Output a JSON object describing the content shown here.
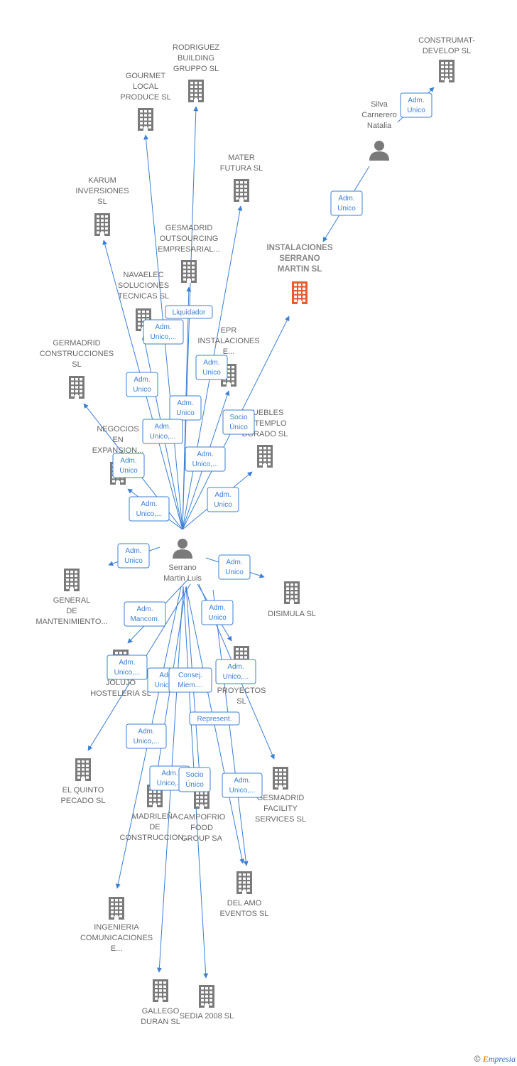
{
  "colors": {
    "edge": "#3b7fd4",
    "building": "#7a7a7a",
    "highlight": "#f05a28",
    "person": "#7a7a7a",
    "label": "#666666"
  },
  "footer": {
    "copyright": "©",
    "brand_initial": "E",
    "brand_rest": "mpresia"
  },
  "nodes": [
    {
      "id": "construmat",
      "kind": "company",
      "lines": [
        "CONSTRUMAT-",
        "DEVELOP SL"
      ]
    },
    {
      "id": "silva",
      "kind": "person",
      "lines": [
        "Silva",
        "Carnerero",
        "Natalia"
      ]
    },
    {
      "id": "instalaciones",
      "kind": "company",
      "highlight": true,
      "lines": [
        "INSTALACIONES",
        "SERRANO",
        "MARTIN SL"
      ]
    },
    {
      "id": "rodriguez",
      "kind": "company",
      "lines": [
        "RODRIGUEZ",
        "BUILDING",
        "GRUPPO SL"
      ]
    },
    {
      "id": "gourmet",
      "kind": "company",
      "lines": [
        "GOURMET",
        "LOCAL",
        "PRODUCE SL"
      ]
    },
    {
      "id": "mater",
      "kind": "company",
      "lines": [
        "MATER",
        "FUTURA SL"
      ]
    },
    {
      "id": "karum",
      "kind": "company",
      "lines": [
        "KARUM",
        "INVERSIONES",
        "SL"
      ]
    },
    {
      "id": "gesmadrid_out",
      "kind": "company",
      "lines": [
        "GESMADRID",
        "OUTSOURCING",
        "EMPRESARIAL..."
      ]
    },
    {
      "id": "navaelec",
      "kind": "company",
      "lines": [
        "NAVAELEC",
        "SOLUCIONES",
        "TECNICAS SL"
      ]
    },
    {
      "id": "epr",
      "kind": "company",
      "lines": [
        "EPR",
        "INSTALACIONES",
        "E..."
      ]
    },
    {
      "id": "germadrid",
      "kind": "company",
      "lines": [
        "GERMADRID",
        "CONSTRUCCIONES",
        "SL"
      ]
    },
    {
      "id": "muebles",
      "kind": "company",
      "lines": [
        "MUEBLES",
        "EL TEMPLO",
        "DORADO SL"
      ]
    },
    {
      "id": "negocios",
      "kind": "company",
      "lines": [
        "NEGOCIOS",
        "EN",
        "EXPANSION..."
      ]
    },
    {
      "id": "serrano",
      "kind": "person",
      "lines": [
        "Serrano",
        "Martin Luis"
      ]
    },
    {
      "id": "general",
      "kind": "company",
      "lines": [
        "GENERAL",
        "DE",
        "MANTENIMIENTO..."
      ]
    },
    {
      "id": "disimula",
      "kind": "company",
      "lines": [
        "DISIMULA SL"
      ]
    },
    {
      "id": "jolujo",
      "kind": "company",
      "lines": [
        "JOLUJO",
        "HOSTELERIA SL"
      ]
    },
    {
      "id": "proyectos",
      "kind": "company",
      "lines": [
        "...L",
        "PROYECTOS",
        "SL"
      ]
    },
    {
      "id": "quinto",
      "kind": "company",
      "lines": [
        "EL QUINTO",
        "PECADO SL"
      ]
    },
    {
      "id": "madrilena",
      "kind": "company",
      "lines": [
        "MADRILEÑA",
        "DE",
        "CONSTRUCCION..."
      ]
    },
    {
      "id": "campofrio",
      "kind": "company",
      "lines": [
        "CAMPOFRIO",
        "FOOD",
        "GROUP SA"
      ]
    },
    {
      "id": "gesmadrid_fac",
      "kind": "company",
      "lines": [
        "GESMADRID",
        "FACILITY",
        "SERVICES SL"
      ]
    },
    {
      "id": "delamo",
      "kind": "company",
      "lines": [
        "DEL AMO",
        "EVENTOS SL"
      ]
    },
    {
      "id": "ingenieria",
      "kind": "company",
      "lines": [
        "INGENIERIA",
        "COMUNICACIONES",
        "E..."
      ]
    },
    {
      "id": "gallego",
      "kind": "company",
      "lines": [
        "GALLEGO",
        "DURAN SL"
      ]
    },
    {
      "id": "sedia",
      "kind": "company",
      "lines": [
        "SEDIA 2008 SL"
      ]
    }
  ],
  "badges": [
    {
      "id": "b_construmat",
      "lines": [
        "Adm.",
        "Unico"
      ]
    },
    {
      "id": "b_instalaciones",
      "lines": [
        "Adm.",
        "Unico"
      ]
    },
    {
      "id": "b_liquidador",
      "lines": [
        "Liquidador"
      ]
    },
    {
      "id": "b_navaelec",
      "lines": [
        "Adm.",
        "Unico,..."
      ]
    },
    {
      "id": "b_epr",
      "lines": [
        "Adm.",
        "Unico"
      ]
    },
    {
      "id": "b_germadrid",
      "lines": [
        "Adm.",
        "Unico"
      ]
    },
    {
      "id": "b_socio_inst",
      "lines": [
        "Socio",
        "Único"
      ]
    },
    {
      "id": "b_rodriguez",
      "lines": [
        "Adm.",
        "Unico"
      ]
    },
    {
      "id": "b_gourmet",
      "lines": [
        "Adm.",
        "Unico,..."
      ]
    },
    {
      "id": "b_mater",
      "lines": [
        "Adm.",
        "Unico,..."
      ]
    },
    {
      "id": "b_negocios",
      "lines": [
        "Adm.",
        "Unico"
      ]
    },
    {
      "id": "b_muebles",
      "lines": [
        "Adm.",
        "Unico"
      ]
    },
    {
      "id": "b_karum",
      "lines": [
        "Adm.",
        "Unico,..."
      ]
    },
    {
      "id": "b_general",
      "lines": [
        "Adm.",
        "Unico"
      ]
    },
    {
      "id": "b_disimula",
      "lines": [
        "Adm.",
        "Unico"
      ]
    },
    {
      "id": "b_jolujo",
      "lines": [
        "Adm.",
        "Mancom."
      ]
    },
    {
      "id": "b_proyectos",
      "lines": [
        "Adm.",
        "Unico"
      ]
    },
    {
      "id": "b_quinto",
      "lines": [
        "Adm.",
        "Unico,..."
      ]
    },
    {
      "id": "b_madrilena",
      "lines": [
        "Adm.",
        "Unico,..."
      ]
    },
    {
      "id": "b_consej",
      "lines": [
        "Consej.",
        "Miem...."
      ]
    },
    {
      "id": "b_gesfac",
      "lines": [
        "Adm.",
        "Unico,..."
      ]
    },
    {
      "id": "b_represent",
      "lines": [
        "Represent."
      ]
    },
    {
      "id": "b_ingenieria",
      "lines": [
        "Adm.",
        "Unico,..."
      ]
    },
    {
      "id": "b_gallego",
      "lines": [
        "Adm.",
        "Unico,..."
      ]
    },
    {
      "id": "b_socio_unico",
      "lines": [
        "Socio",
        "Único"
      ]
    },
    {
      "id": "b_delamo",
      "lines": [
        "Adm.",
        "Unico,..."
      ]
    }
  ]
}
